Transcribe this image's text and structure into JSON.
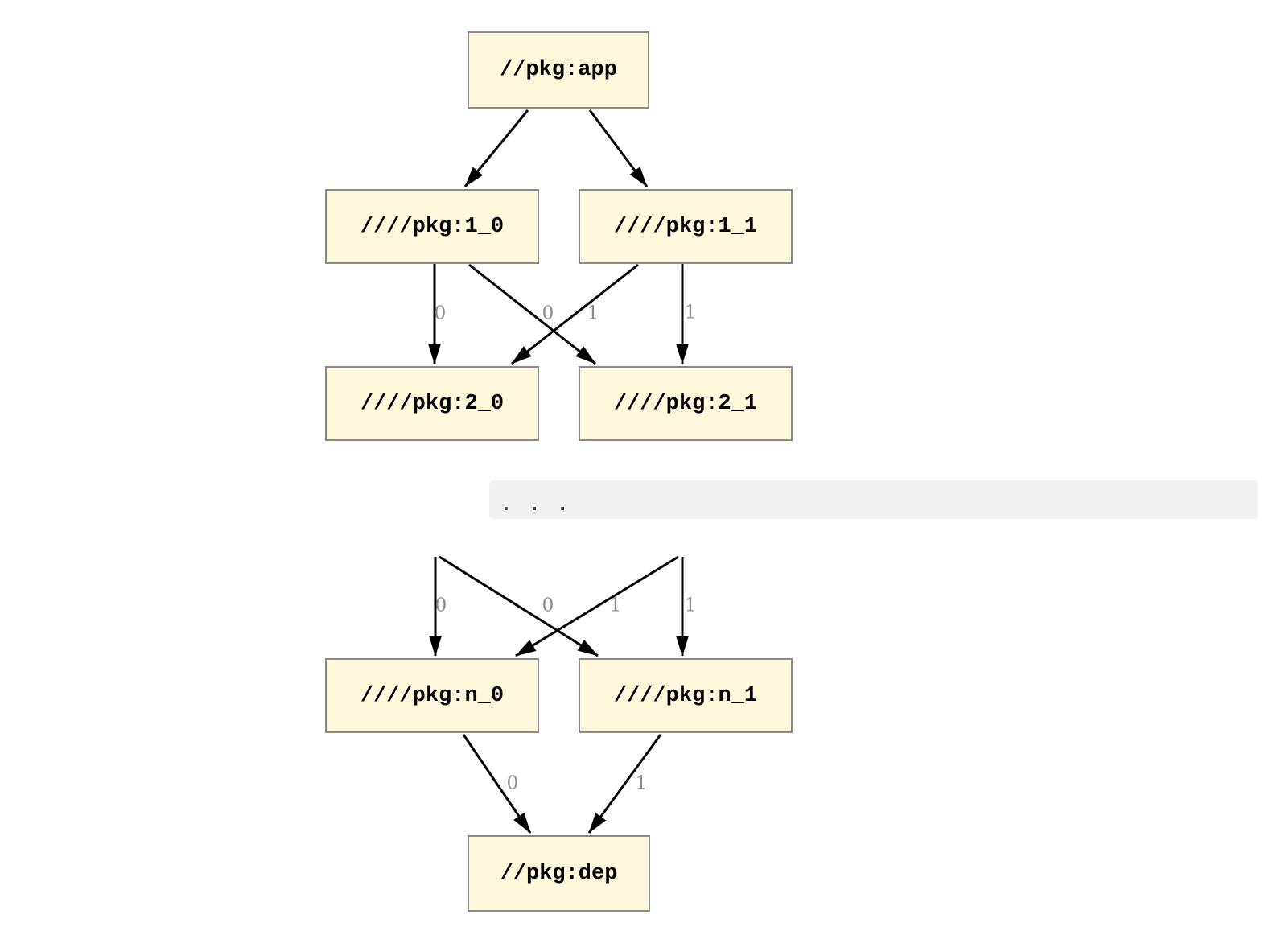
{
  "diagram": {
    "type": "dependency-graph",
    "colors": {
      "background": "#ffffff",
      "node_fill": "#fff8dc",
      "node_border": "#8a8a8a",
      "node_text": "#000000",
      "edge": "#000000",
      "edge_label": "#8a8a8a",
      "ellipsis_band_fill": "#f1f1f1",
      "ellipsis_dots": "#3a3a3a"
    },
    "nodes": {
      "app": {
        "label": "//pkg:app"
      },
      "l1_0": {
        "label": "////pkg:1_0"
      },
      "l1_1": {
        "label": "////pkg:1_1"
      },
      "l2_0": {
        "label": "////pkg:2_0"
      },
      "l2_1": {
        "label": "////pkg:2_1"
      },
      "ellipsis": {
        "label": ". . ."
      },
      "ln_0": {
        "label": "////pkg:n_0"
      },
      "ln_1": {
        "label": "////pkg:n_1"
      },
      "dep": {
        "label": "//pkg:dep"
      }
    },
    "edges": [
      {
        "from": "//pkg:app",
        "to": "////pkg:1_0",
        "label": ""
      },
      {
        "from": "//pkg:app",
        "to": "////pkg:1_1",
        "label": ""
      },
      {
        "from": "////pkg:1_0",
        "to": "////pkg:2_0",
        "label": "0"
      },
      {
        "from": "////pkg:1_1",
        "to": "////pkg:2_0",
        "label": "0"
      },
      {
        "from": "////pkg:1_0",
        "to": "////pkg:2_1",
        "label": "1"
      },
      {
        "from": "////pkg:1_1",
        "to": "////pkg:2_1",
        "label": "1"
      },
      {
        "from": ". . .",
        "to": "////pkg:n_0",
        "label": "0"
      },
      {
        "from": ". . .",
        "to": "////pkg:n_0",
        "label": "0"
      },
      {
        "from": ". . .",
        "to": "////pkg:n_1",
        "label": "1"
      },
      {
        "from": ". . .",
        "to": "////pkg:n_1",
        "label": "1"
      },
      {
        "from": "////pkg:n_0",
        "to": "//pkg:dep",
        "label": "0"
      },
      {
        "from": "////pkg:n_1",
        "to": "//pkg:dep",
        "label": "1"
      }
    ]
  }
}
